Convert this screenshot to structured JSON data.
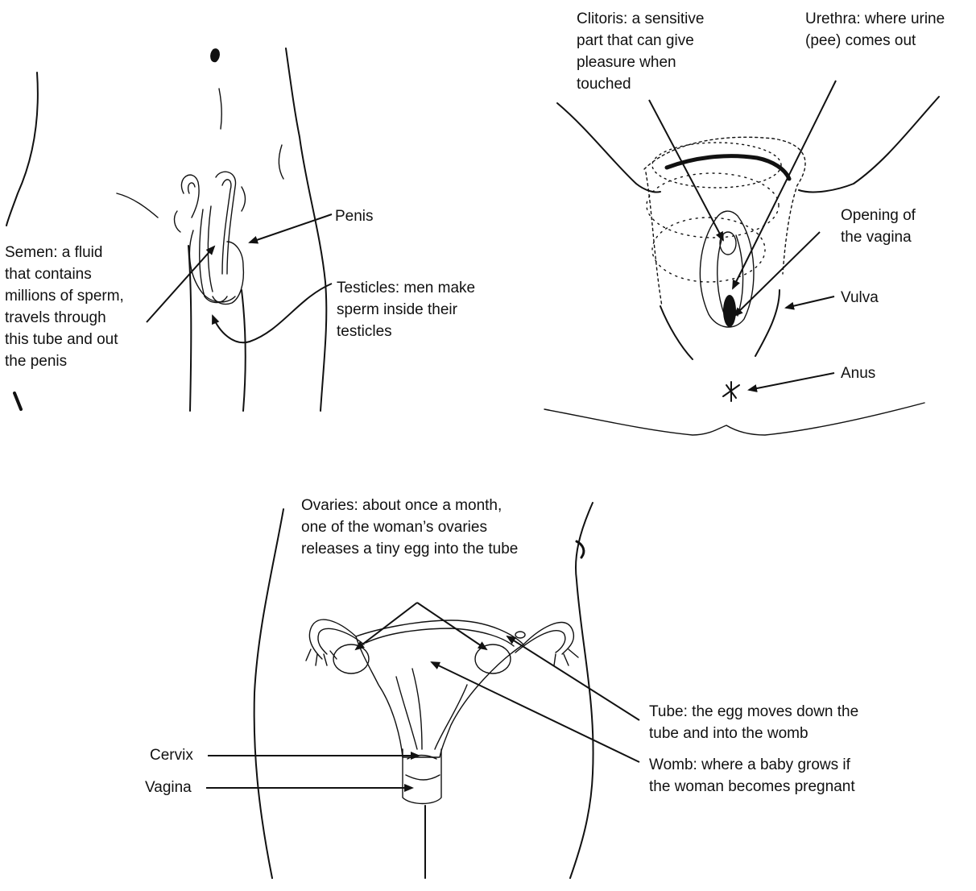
{
  "male_diagram": {
    "labels": {
      "penis": "Penis",
      "semen": "Semen: a fluid\nthat contains\nmillions of sperm,\ntravels through\nthis tube and out\nthe penis",
      "testicles": "Testicles: men make\nsperm inside their\ntesticles"
    }
  },
  "vulva_diagram": {
    "labels": {
      "clitoris": "Clitoris: a sensitive\npart that can give\npleasure when\ntouched",
      "urethra": "Urethra: where urine\n(pee) comes out",
      "vaginal_opening": "Opening of\nthe vagina",
      "vulva": "Vulva",
      "anus": "Anus"
    }
  },
  "internal_female_diagram": {
    "labels": {
      "ovaries": "Ovaries: about once a month,\none of the woman’s ovaries\nreleases a tiny egg into the tube",
      "tube": "Tube: the egg moves down the\ntube and into the womb",
      "womb": "Womb: where a baby grows if\nthe woman becomes pregnant",
      "cervix": "Cervix",
      "vagina": "Vagina"
    }
  }
}
